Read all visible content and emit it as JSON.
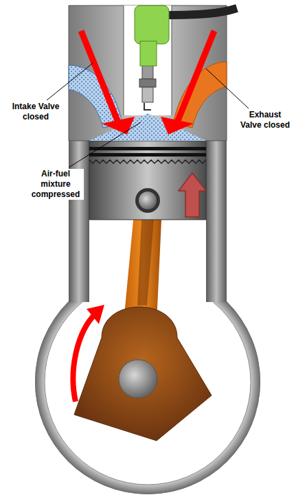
{
  "diagram": {
    "labels": [
      "Intake Valve closed",
      "Exhaust Valve closed",
      "Air-fuel mixture compressed"
    ]
  }
}
